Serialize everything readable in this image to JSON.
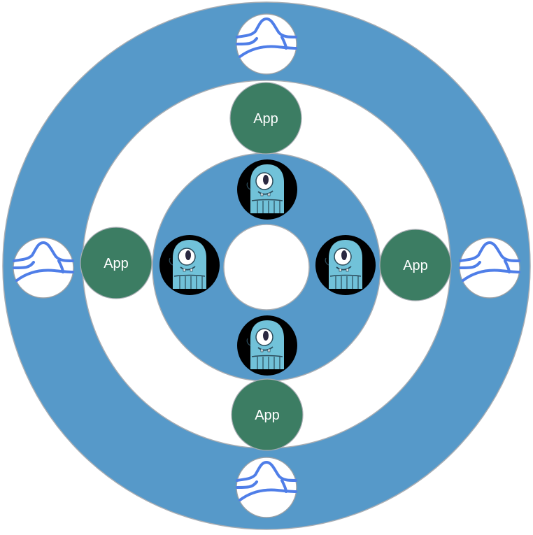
{
  "colors": {
    "ring": "#5699c9",
    "ring_stroke": "#a8adb3",
    "background": "#ffffff",
    "app_fill": "#3c7d63",
    "app_text": "#ffffff",
    "mascot_bg": "#000000",
    "mascot_body": "#71c2d9",
    "curve_blue": "#4f7ee8"
  },
  "nodes": {
    "apps": [
      {
        "label": "App",
        "position": "top"
      },
      {
        "label": "App",
        "position": "left"
      },
      {
        "label": "App",
        "position": "right"
      },
      {
        "label": "App",
        "position": "bottom"
      }
    ],
    "mascots": [
      {
        "icon": "scylla-mascot-icon",
        "position": "top"
      },
      {
        "icon": "scylla-mascot-icon",
        "position": "left"
      },
      {
        "icon": "scylla-mascot-icon",
        "position": "right"
      },
      {
        "icon": "scylla-mascot-icon",
        "position": "bottom"
      }
    ],
    "monitors": [
      {
        "icon": "distribution-curve-icon",
        "position": "top"
      },
      {
        "icon": "distribution-curve-icon",
        "position": "left"
      },
      {
        "icon": "distribution-curve-icon",
        "position": "right"
      },
      {
        "icon": "distribution-curve-icon",
        "position": "bottom"
      }
    ]
  }
}
